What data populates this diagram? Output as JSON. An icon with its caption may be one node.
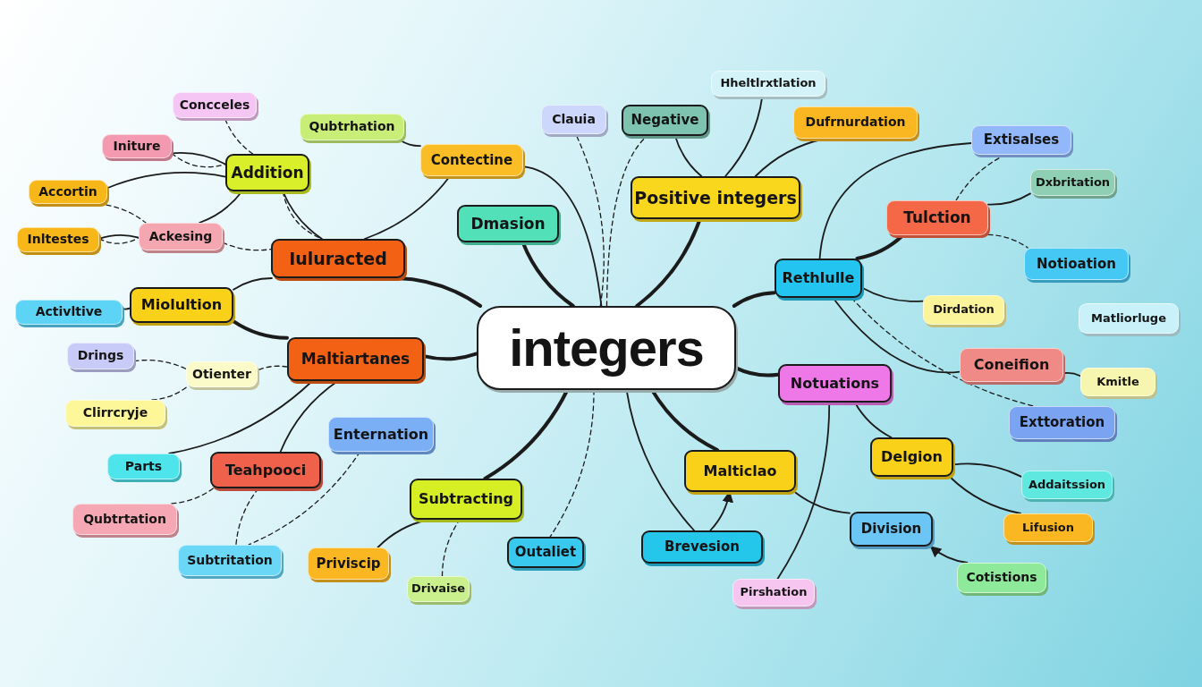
{
  "diagram": {
    "nodes": [
      {
        "text": [
          "integers"
        ]
      },
      {
        "text": [
          "Concceles"
        ]
      },
      {
        "text": [
          "Qubtrhation"
        ]
      },
      {
        "text": [
          "Initure"
        ]
      },
      {
        "text": [
          "Addition"
        ]
      },
      {
        "text": [
          "Contectine"
        ]
      },
      {
        "text": [
          "Accortin"
        ]
      },
      {
        "text": [
          "Ackesing"
        ]
      },
      {
        "text": [
          "Inltestes"
        ]
      },
      {
        "text": [
          "Iuluracted"
        ]
      },
      {
        "text": [
          "Dmasion"
        ]
      },
      {
        "text": [
          "Clauia"
        ]
      },
      {
        "text": [
          "Negative"
        ]
      },
      {
        "text": [
          "Positive integers"
        ]
      },
      {
        "text": [
          "Hheltlrxtlation"
        ]
      },
      {
        "text": [
          "Dufrnurdation"
        ]
      },
      {
        "text": [
          "Extisalses"
        ]
      },
      {
        "text": [
          "Dxbritation"
        ]
      },
      {
        "text": [
          "Tulction"
        ]
      },
      {
        "text": [
          "Rethlulle"
        ]
      },
      {
        "text": [
          "Notioation"
        ]
      },
      {
        "text": [
          "Dirdation"
        ]
      },
      {
        "text": [
          "Matliorluge"
        ]
      },
      {
        "text": [
          "Miolultion"
        ]
      },
      {
        "text": [
          "Activltive"
        ]
      },
      {
        "text": [
          "Drings"
        ]
      },
      {
        "text": [
          "Maltiartanes"
        ]
      },
      {
        "text": [
          "Otienter"
        ]
      },
      {
        "text": [
          "Clirrcryje"
        ]
      },
      {
        "text": [
          "Enternation"
        ]
      },
      {
        "text": [
          "Coneifion"
        ]
      },
      {
        "text": [
          "Kmitle"
        ]
      },
      {
        "text": [
          "Notuations"
        ]
      },
      {
        "text": [
          "Exttoration"
        ]
      },
      {
        "text": [
          "Parts"
        ]
      },
      {
        "text": [
          "Teahpooci"
        ]
      },
      {
        "text": [
          "Subtracting"
        ]
      },
      {
        "text": [
          "Malticlao"
        ]
      },
      {
        "text": [
          "Delgion"
        ]
      },
      {
        "text": [
          "Addaitssion"
        ]
      },
      {
        "text": [
          "Qubtrtation"
        ]
      },
      {
        "text": [
          "Division"
        ]
      },
      {
        "text": [
          "Lifusion"
        ]
      },
      {
        "text": [
          "Subtritation"
        ]
      },
      {
        "text": [
          "Priviscip"
        ]
      },
      {
        "text": [
          "Outaliet"
        ]
      },
      {
        "text": [
          "Brevesion"
        ]
      },
      {
        "text": [
          "Drivaise"
        ]
      },
      {
        "text": [
          "Pirshation"
        ]
      },
      {
        "text": [
          "Cotistions"
        ]
      }
    ],
    "edges": [
      {
        "from": 0,
        "to": 9,
        "arrow": "none",
        "style": "thick"
      },
      {
        "from": 0,
        "to": 26,
        "arrow": "none",
        "style": "thick"
      },
      {
        "from": 23,
        "to": 26,
        "arrow": "none",
        "style": "thick"
      },
      {
        "from": 0,
        "to": 10,
        "arrow": "none",
        "style": "thick"
      },
      {
        "from": 0,
        "to": 13,
        "arrow": "none",
        "style": "thick"
      },
      {
        "from": 0,
        "to": 19,
        "arrow": "none",
        "style": "thick"
      },
      {
        "from": 0,
        "to": 32,
        "arrow": "none",
        "style": "thick"
      },
      {
        "from": 0,
        "to": 36,
        "arrow": "none",
        "style": "thick"
      },
      {
        "from": 0,
        "to": 37,
        "arrow": "none",
        "style": "thick"
      },
      {
        "from": 0,
        "to": 5,
        "arrow": "none"
      },
      {
        "from": 0,
        "to": 46,
        "arrow": "none"
      },
      {
        "from": 0,
        "to": 45,
        "arrow": "none",
        "style": "dashed"
      },
      {
        "from": 0,
        "to": 11,
        "arrow": "none",
        "style": "dashed"
      },
      {
        "from": 0,
        "to": 12,
        "arrow": "none",
        "style": "dashed"
      },
      {
        "from": 4,
        "to": 3,
        "arrow": "none"
      },
      {
        "from": 4,
        "to": 1,
        "arrow": "none",
        "style": "dashed"
      },
      {
        "from": 4,
        "to": 6,
        "arrow": "none"
      },
      {
        "from": 4,
        "to": 7,
        "arrow": "none"
      },
      {
        "from": 4,
        "to": 9,
        "arrow": "none"
      },
      {
        "from": 4,
        "to": 9,
        "arrow": "none",
        "style": "dashed"
      },
      {
        "from": 7,
        "to": 8,
        "arrow": "none"
      },
      {
        "from": 6,
        "to": 7,
        "arrow": "none",
        "style": "dashed"
      },
      {
        "from": 7,
        "to": 9,
        "arrow": "none",
        "style": "dashed"
      },
      {
        "from": 8,
        "to": 7,
        "arrow": "none",
        "style": "dashed"
      },
      {
        "from": 2,
        "to": 5,
        "arrow": "none"
      },
      {
        "from": 5,
        "to": 9,
        "arrow": "none"
      },
      {
        "from": 9,
        "to": 23,
        "arrow": "none"
      },
      {
        "from": 23,
        "to": 24,
        "arrow": "none"
      },
      {
        "from": 26,
        "to": 27,
        "arrow": "none",
        "style": "dashed"
      },
      {
        "from": 25,
        "to": 27,
        "arrow": "none",
        "style": "dashed"
      },
      {
        "from": 28,
        "to": 27,
        "arrow": "none",
        "style": "dashed"
      },
      {
        "from": 26,
        "to": 34,
        "arrow": "none"
      },
      {
        "from": 26,
        "to": 35,
        "arrow": "none"
      },
      {
        "from": 35,
        "to": 40,
        "arrow": "none",
        "style": "dashed"
      },
      {
        "from": 35,
        "to": 43,
        "arrow": "none",
        "style": "dashed"
      },
      {
        "from": 29,
        "to": 43,
        "arrow": "none",
        "style": "dashed"
      },
      {
        "from": 36,
        "to": 44,
        "arrow": "none"
      },
      {
        "from": 47,
        "to": 36,
        "arrow": "none",
        "style": "dashed"
      },
      {
        "from": 12,
        "to": 13,
        "arrow": "none"
      },
      {
        "from": 14,
        "to": 13,
        "arrow": "none"
      },
      {
        "from": 15,
        "to": 13,
        "arrow": "none"
      },
      {
        "from": 19,
        "to": 16,
        "arrow": "none"
      },
      {
        "from": 19,
        "to": 18,
        "arrow": "none",
        "style": "thick"
      },
      {
        "from": 18,
        "to": 16,
        "arrow": "none",
        "style": "dashed"
      },
      {
        "from": 18,
        "to": 17,
        "arrow": "none"
      },
      {
        "from": 18,
        "to": 20,
        "arrow": "none",
        "style": "dashed"
      },
      {
        "from": 19,
        "to": 21,
        "arrow": "none"
      },
      {
        "from": 19,
        "to": 30,
        "arrow": "none"
      },
      {
        "from": 19,
        "to": 33,
        "arrow": "none",
        "style": "dashed"
      },
      {
        "from": 30,
        "to": 31,
        "arrow": "none"
      },
      {
        "from": 32,
        "to": 38,
        "arrow": "none"
      },
      {
        "from": 32,
        "to": 48,
        "arrow": "none"
      },
      {
        "from": 37,
        "to": 41,
        "arrow": "none"
      },
      {
        "from": 38,
        "to": 39,
        "arrow": "none"
      },
      {
        "from": 38,
        "to": 42,
        "arrow": "none"
      },
      {
        "from": 49,
        "to": 41,
        "arrow": "to"
      },
      {
        "from": 46,
        "to": 37,
        "arrow": "to"
      },
      {
        "from": 3,
        "to": 4,
        "arrow": "none",
        "style": "dashed"
      }
    ]
  }
}
